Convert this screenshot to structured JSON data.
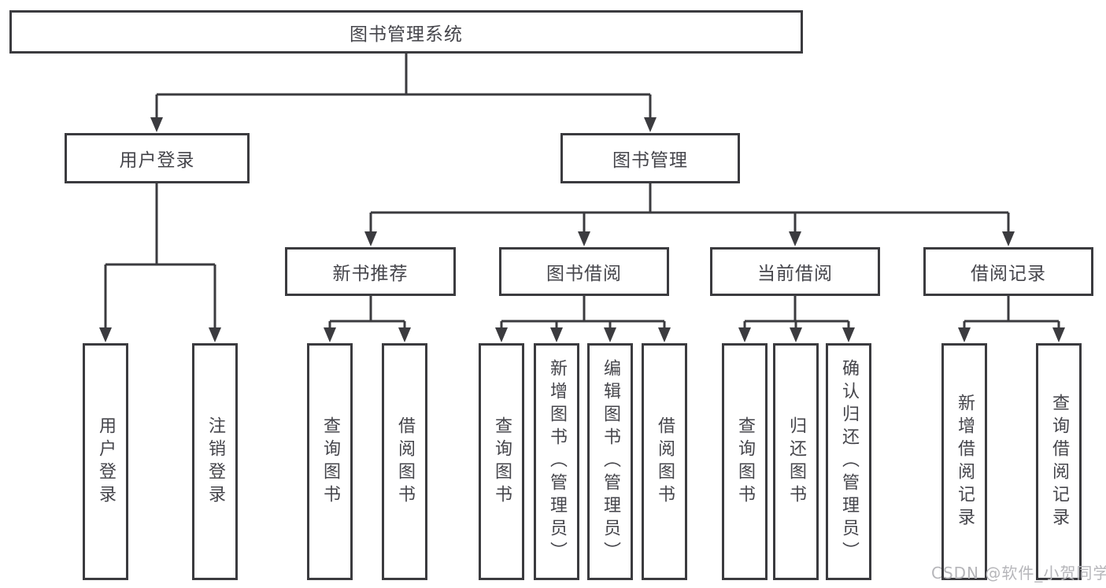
{
  "nodes": {
    "root": {
      "label": "图书管理系统"
    },
    "user_login": {
      "label": "用户登录"
    },
    "book_mgmt": {
      "label": "图书管理"
    },
    "ul_login": {
      "label": "用户登录"
    },
    "ul_logout": {
      "label": "注销登录"
    },
    "new_book": {
      "label": "新书推荐"
    },
    "borrowing": {
      "label": "图书借阅"
    },
    "current": {
      "label": "当前借阅"
    },
    "records": {
      "label": "借阅记录"
    },
    "nb_query": {
      "label": "查询图书"
    },
    "nb_borrow": {
      "label": "借阅图书"
    },
    "bb_query": {
      "label": "查询图书"
    },
    "bb_add": {
      "label": "新增图书（管理员）"
    },
    "bb_edit": {
      "label": "编辑图书（管理员）"
    },
    "bb_borrow": {
      "label": "借阅图书"
    },
    "cb_query": {
      "label": "查询图书"
    },
    "cb_return": {
      "label": "归还图书"
    },
    "cb_confirm": {
      "label": "确认归还（管理员）"
    },
    "br_add": {
      "label": "新增借阅记录"
    },
    "br_query": {
      "label": "查询借阅记录"
    }
  },
  "hierarchy": {
    "图书管理系统": {
      "用户登录": [
        "用户登录",
        "注销登录"
      ],
      "图书管理": {
        "新书推荐": [
          "查询图书",
          "借阅图书"
        ],
        "图书借阅": [
          "查询图书",
          "新增图书（管理员）",
          "编辑图书（管理员）",
          "借阅图书"
        ],
        "当前借阅": [
          "查询图书",
          "归还图书",
          "确认归还（管理员）"
        ],
        "借阅记录": [
          "新增借阅记录",
          "查询借阅记录"
        ]
      }
    }
  },
  "watermark": {
    "text": "CSDN @软件_小贺同学"
  },
  "colors": {
    "line": "#3b3b3f",
    "box_border": "#3b3b3f",
    "text": "#45454b",
    "watermark_text": "#b6b6ba",
    "background": "#ffffff"
  }
}
